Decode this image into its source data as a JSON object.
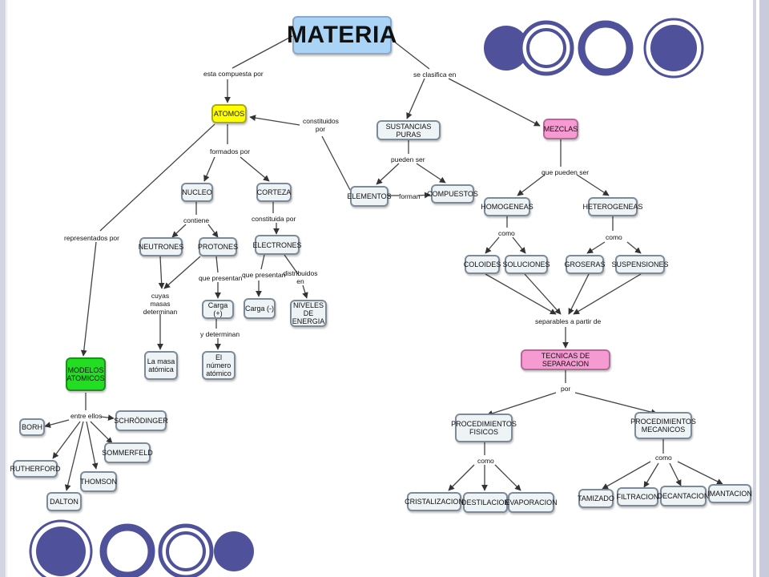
{
  "nodes": {
    "materia": "MATERIA",
    "atomos": "ATOMOS",
    "nucleo": "NUCLEO",
    "corteza": "CORTEZA",
    "neutrones": "NEUTRONES",
    "protones": "PROTONES",
    "electrones": "ELECTRONES",
    "carga_pos": "Carga (+)",
    "carga_neg": "Carga (-)",
    "niveles": "NIVELES DE ENERGIA",
    "masa": "La masa atómica",
    "numero": "El número atómico",
    "modelos": "MODELOS ATOMICOS",
    "borh": "BORH",
    "schrodinger": "SCHRÖDINGER",
    "sommerfeld": "SOMMERFELD",
    "rutherford": "RUTHERFORD",
    "thomson": "THOMSON",
    "dalton": "DALTON",
    "sustancias": "SUSTANCIAS PURAS",
    "elementos": "ELEMENTOS",
    "compuestos": "COMPUESTOS",
    "mezclas": "MEZCLAS",
    "homogeneas": "HOMOGENEAS",
    "heterogeneas": "HETEROGENEAS",
    "coloides": "COLOIDES",
    "soluciones": "SOLUCIONES",
    "groseras": "GROSERAS",
    "suspensiones": "SUSPENSIONES",
    "tecnicas": "TECNICAS DE SEPARACION",
    "proc_fisicos": "PROCEDIMIENTOS FISICOS",
    "proc_mecanicos": "PROCEDIMIENTOS MECANICOS",
    "cristalizacion": "CRISTALIZACION",
    "destilacion": "DESTILACION",
    "evaporacion": "EVAPORACION",
    "tamizado": "TAMIZADO",
    "filtracion": "FILTRACION",
    "decantacion": "DECANTACION",
    "imantacion": "IMANTACION"
  },
  "links": {
    "esta_compuesta": "esta compuesta por",
    "se_clasifica": "se clasifica en",
    "constituidos": "constituidos por",
    "formados": "formados por",
    "representados": "representados por",
    "contiene": "contiene",
    "constituida": "constituida por",
    "cuyas_masas": "cuyas masas determinan",
    "que_presentan_1": "que presentan",
    "que_presentan_2": "que presentan",
    "distribuidos": "distribuidos en",
    "y_determinan": "y determinan",
    "entre_ellos": "entre ellos",
    "pueden_ser": "pueden ser",
    "forman": "forman",
    "que_pueden_ser": "que pueden ser",
    "como_1": "como",
    "como_2": "como",
    "separables": "separables a partir de",
    "por": "por",
    "como_3": "como",
    "como_4": "como"
  },
  "colors": {
    "accent": "#4f519a",
    "main_node": "#a9d4f5",
    "atomos": "#ffff00",
    "mezclas": "#f59bd1",
    "modelos": "#22dd22"
  }
}
